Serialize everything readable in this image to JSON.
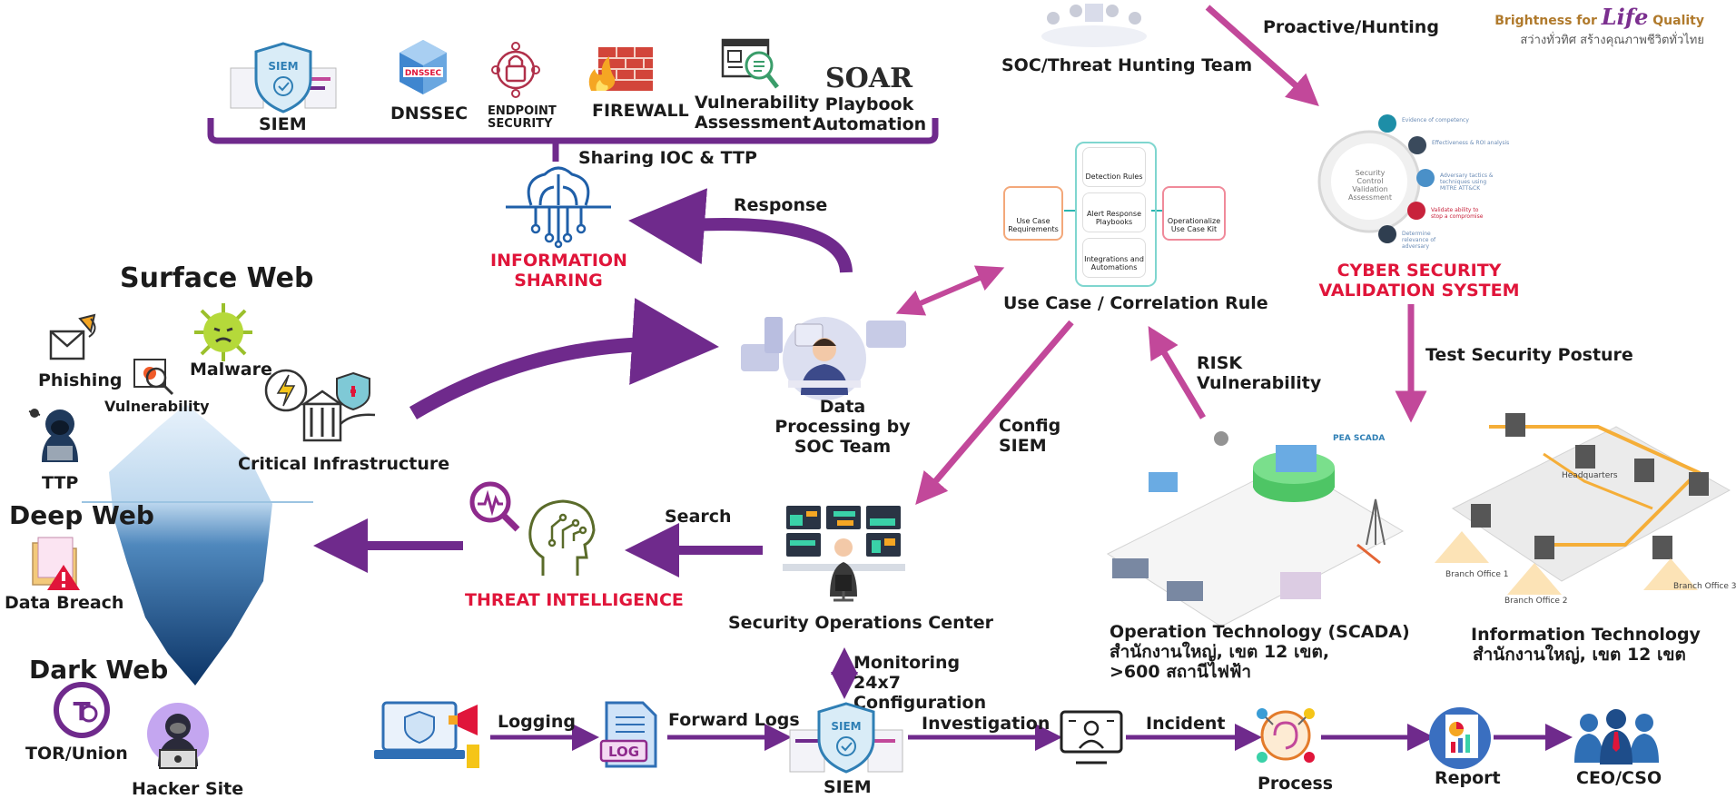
{
  "brand": {
    "prefix": "Brightness for",
    "life": "Life",
    "suffix": "Quality",
    "thai": "สว่างทั่วทิศ สร้างคุณภาพชีวิตทั่วไทย"
  },
  "tools": [
    {
      "label": "SIEM",
      "icon": "siem-shield-icon"
    },
    {
      "label": "DNSSEC",
      "icon": "dnssec-cube-icon"
    },
    {
      "label": "ENDPOINT SECURITY",
      "icon": "endpoint-lock-icon"
    },
    {
      "label": "FIREWALL",
      "icon": "firewall-icon"
    },
    {
      "label": "Vulnerability Assessment",
      "icon": "vulnerability-scan-icon"
    },
    {
      "label": "Playbook Automation",
      "icon": "soar-logo-icon"
    }
  ],
  "siem_badge": "SIEM",
  "dnssec_badge": "DNSSEC",
  "soar_text": "SOAR",
  "sharing_label": "Sharing IOC & TTP",
  "info_sharing": "INFORMATION SHARING",
  "response_label": "Response",
  "surface_web": {
    "title": "Surface Web",
    "items": [
      "Phishing",
      "Malware",
      "Vulnerability",
      "TTP",
      "Critical Infrastructure"
    ]
  },
  "deep_web": {
    "title": "Deep Web",
    "items": [
      "Data Breach"
    ]
  },
  "dark_web": {
    "title": "Dark Web",
    "items": [
      "TOR/Union",
      "Hacker Site"
    ]
  },
  "data_processing": "Data Processing by SOC Team",
  "threat_intel": "THREAT INTELLIGENCE",
  "search_label": "Search",
  "soc_center": "Security Operations Center",
  "monitoring_label": "Monitoring 24x7 Configuration",
  "config_label": "Config SIEM",
  "use_case": {
    "title": "Use Case / Correlation Rule",
    "cards": [
      "Use Case Requirements",
      "Detection Rules",
      "Alert Response Playbooks",
      "Integrations and Automations",
      "Operationalize Use Case Kit"
    ]
  },
  "soc_hunting": "SOC/Threat Hunting Team",
  "proactive": "Proactive/Hunting",
  "cyber_validation": {
    "title": "CYBER SECURITY VALIDATION SYSTEM",
    "center": "Security Control Validation Assessment",
    "items": [
      "Evidence of competency",
      "Effectiveness & ROI analysis",
      "Adversary tactics & techniques using MITRE ATT&CK",
      "Validate ability to stop a compromise",
      "Determine relevance of adversary"
    ]
  },
  "test_posture": "Test Security Posture",
  "risk_label": "RISK Vulnerability",
  "ot": {
    "title": "Operation Technology (SCADA)",
    "line2": "สำนักงานใหญ่, เขต 12 เขต,",
    "line3": ">600 สถานีไฟฟ้า",
    "scada_label": "PEA SCADA"
  },
  "it": {
    "title": "Information Technology",
    "line2": "สำนักงานใหญ่, เขต 12 เขต",
    "hq": "Headquarters",
    "branches": [
      "Branch Office 1",
      "Branch Office 2",
      "Branch Office 3"
    ]
  },
  "flow": [
    {
      "label": "Logging"
    },
    {
      "label": "Forward Logs"
    },
    {
      "label": "Investigation"
    },
    {
      "label": "Incident"
    }
  ],
  "flow_nodes": [
    "SIEM",
    "Process",
    "Report",
    "CEO/CSO"
  ],
  "log_badge": "LOG",
  "colors": {
    "purple": "#6f2a8c",
    "magenta": "#c2489a",
    "red": "#e0153a",
    "blue": "#1f5fa8"
  }
}
